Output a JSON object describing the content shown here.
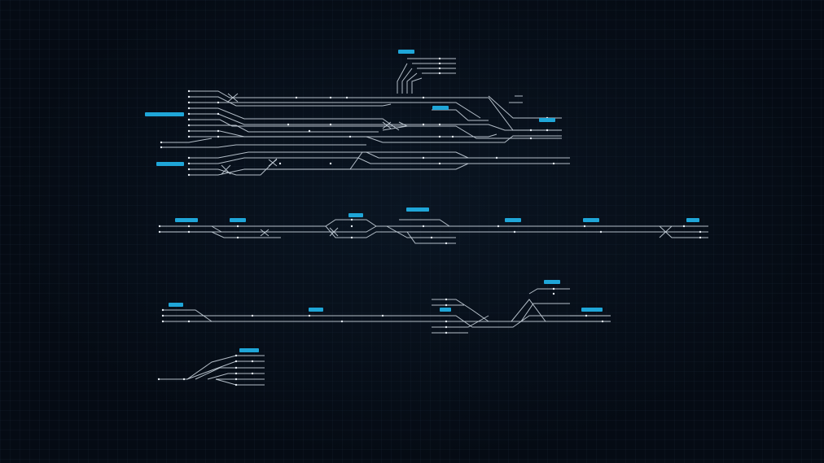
{
  "theme": {
    "background": "#050b14",
    "track_color": "#c7d0da",
    "label_color": "#1fa6d8"
  },
  "labels": [
    {
      "id": "lbl-depot-north",
      "text": "",
      "station": ""
    },
    {
      "id": "lbl-yard-west",
      "text": ""
    },
    {
      "id": "lbl-junction-a",
      "text": ""
    },
    {
      "id": "lbl-junction-b",
      "text": ""
    },
    {
      "id": "lbl-yard-south",
      "text": ""
    },
    {
      "id": "lbl-line2-a",
      "text": ""
    },
    {
      "id": "lbl-line2-b",
      "text": ""
    },
    {
      "id": "lbl-line2-c",
      "text": ""
    },
    {
      "id": "lbl-line2-d",
      "text": ""
    },
    {
      "id": "lbl-line2-e",
      "text": ""
    },
    {
      "id": "lbl-line2-f",
      "text": ""
    },
    {
      "id": "lbl-line2-g",
      "text": ""
    },
    {
      "id": "lbl-line3-a",
      "text": ""
    },
    {
      "id": "lbl-line3-b",
      "text": ""
    },
    {
      "id": "lbl-line3-c",
      "text": ""
    },
    {
      "id": "lbl-line3-d",
      "text": ""
    },
    {
      "id": "lbl-line3-e",
      "text": ""
    },
    {
      "id": "lbl-line4-a",
      "text": ""
    }
  ],
  "notes": [
    {
      "id": "note-1",
      "text": ""
    },
    {
      "id": "note-2",
      "text": ""
    },
    {
      "id": "note-3",
      "text": ""
    },
    {
      "id": "note-4",
      "text": ""
    },
    {
      "id": "note-5",
      "text": ""
    }
  ]
}
